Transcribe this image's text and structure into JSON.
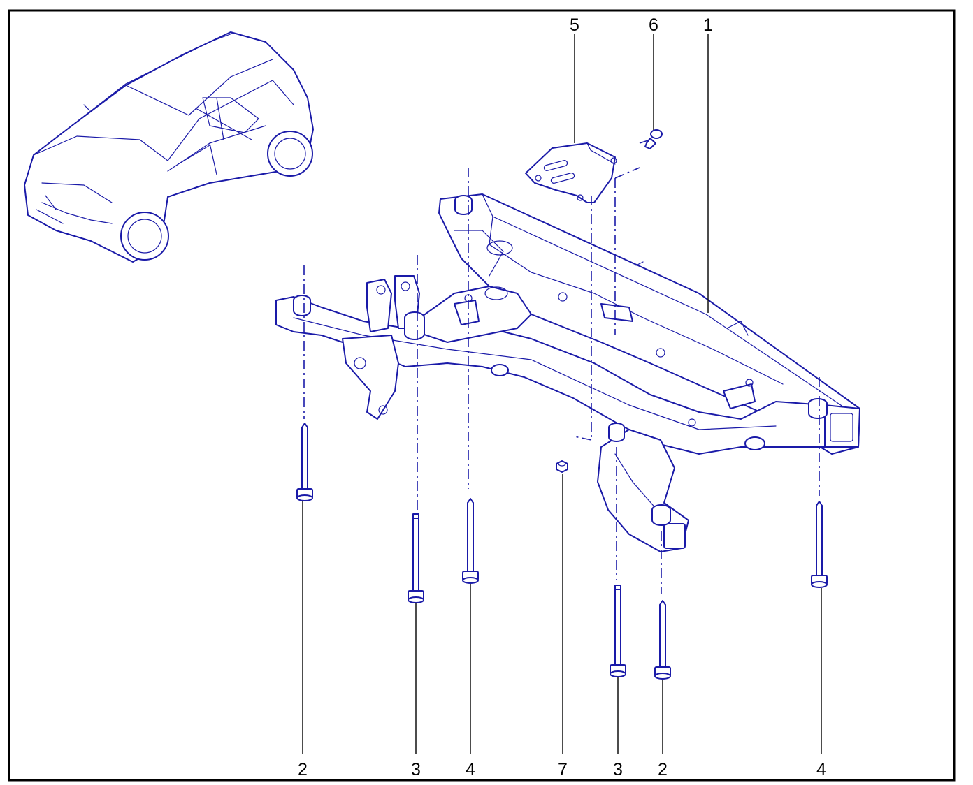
{
  "callouts": [
    {
      "id": "c1",
      "label": "1",
      "part": "subframe"
    },
    {
      "id": "c2a",
      "label": "2",
      "part": "rear-mounting-bolt"
    },
    {
      "id": "c2b",
      "label": "2",
      "part": "rear-mounting-bolt"
    },
    {
      "id": "c3a",
      "label": "3",
      "part": "front-mounting-bolt"
    },
    {
      "id": "c3b",
      "label": "3",
      "part": "front-mounting-bolt"
    },
    {
      "id": "c4a",
      "label": "4",
      "part": "front-mounting-bolt-long"
    },
    {
      "id": "c4b",
      "label": "4",
      "part": "front-mounting-bolt-long"
    },
    {
      "id": "c5",
      "label": "5",
      "part": "mounting-bracket"
    },
    {
      "id": "c6",
      "label": "6",
      "part": "bracket-bolt"
    },
    {
      "id": "c7",
      "label": "7",
      "part": "nut"
    }
  ],
  "colors": {
    "line": "#1a1aa8",
    "frame": "#000000",
    "background": "#ffffff"
  }
}
